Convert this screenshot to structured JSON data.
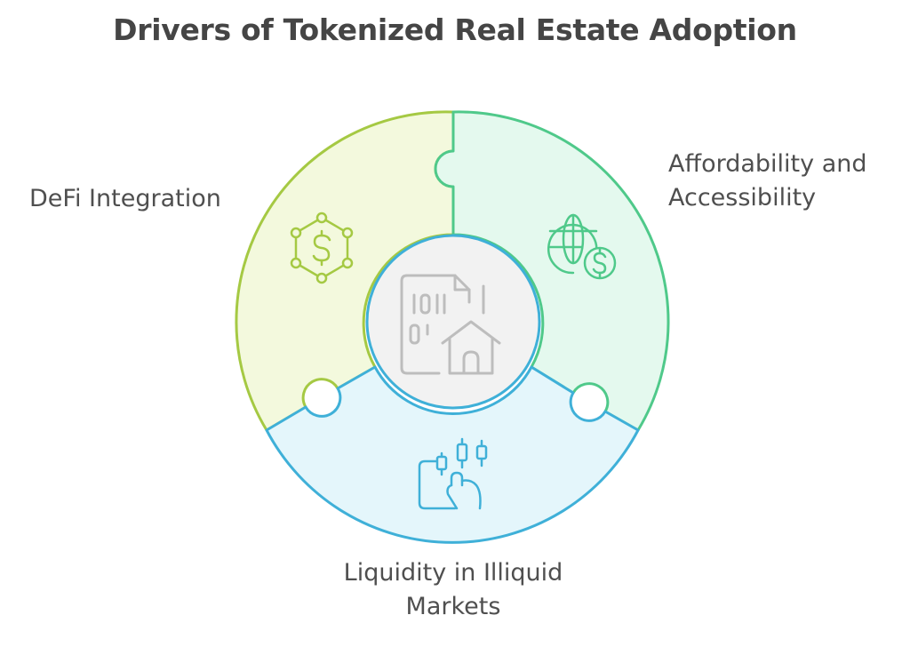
{
  "title": "Drivers of Tokenized Real Estate Adoption",
  "center": {
    "icon": "binary-document-house-icon",
    "fill": "#f2f2f2",
    "stroke": "#bdbdbd"
  },
  "segments": [
    {
      "id": "defi",
      "label_lines": [
        "DeFi Integration"
      ],
      "icon": "hexagon-dollar-network-icon",
      "fill": "#f3f9dd",
      "stroke": "#a5c943"
    },
    {
      "id": "affordability",
      "label_lines": [
        "Affordability and",
        "Accessibility"
      ],
      "icon": "globe-dollar-icon",
      "fill": "#e4f9ee",
      "stroke": "#4fc98a"
    },
    {
      "id": "liquidity",
      "label_lines": [
        "Liquidity in Illiquid",
        "Markets"
      ],
      "icon": "phone-candlestick-tap-icon",
      "fill": "#e4f6fb",
      "stroke": "#3fb0d8"
    }
  ]
}
